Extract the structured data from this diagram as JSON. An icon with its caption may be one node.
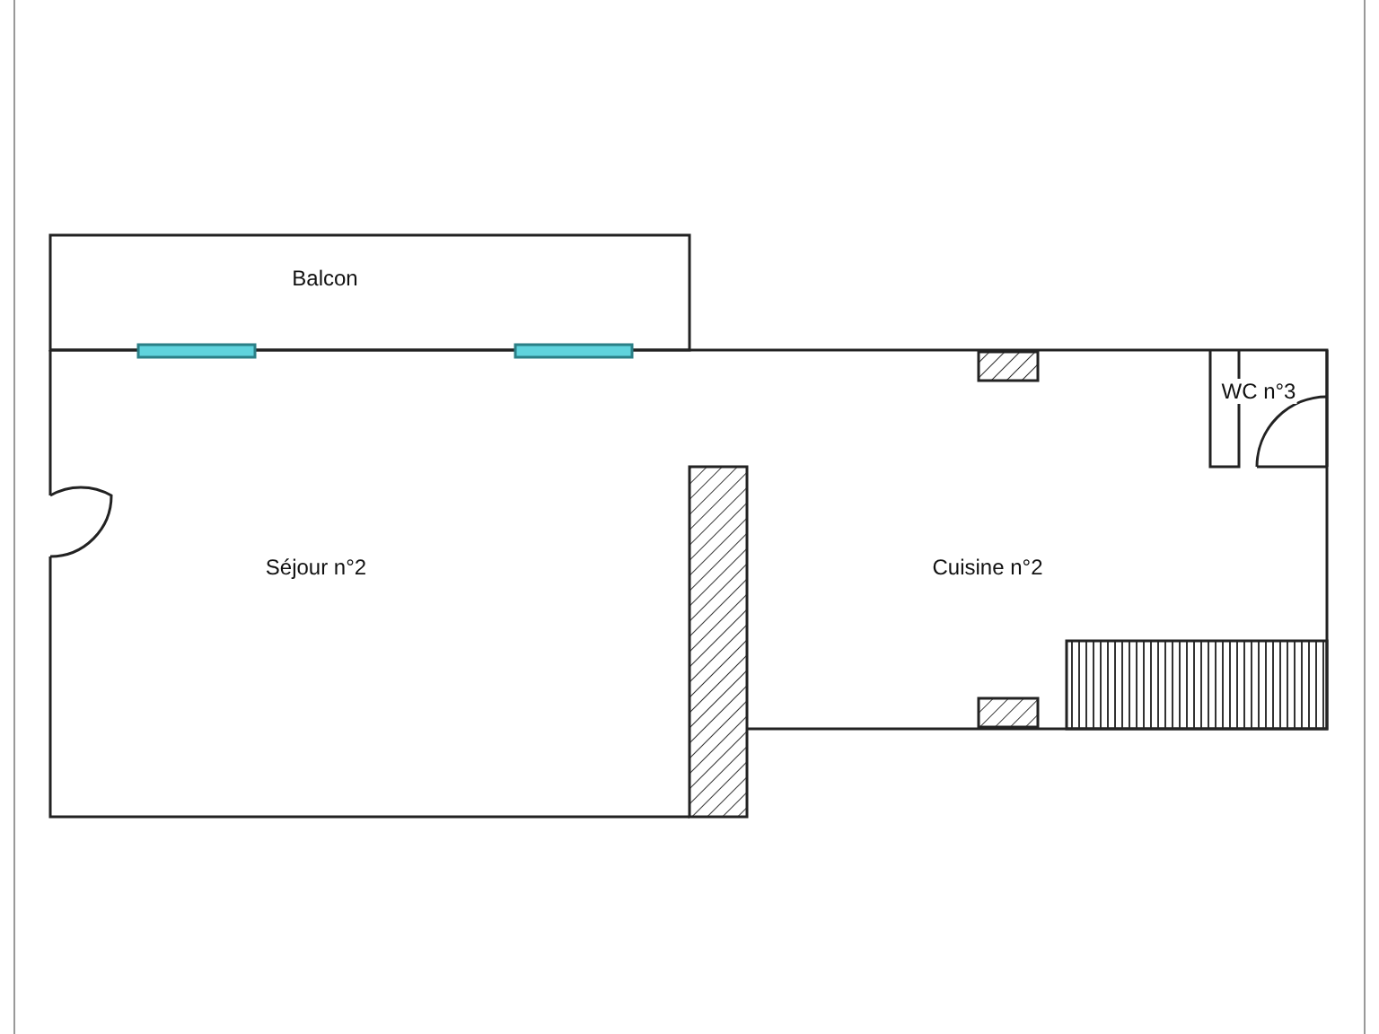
{
  "diagram": {
    "labels": [
      "Balcon",
      "Séjour n°2",
      "Cuisine n°2",
      "WC n°3"
    ]
  }
}
